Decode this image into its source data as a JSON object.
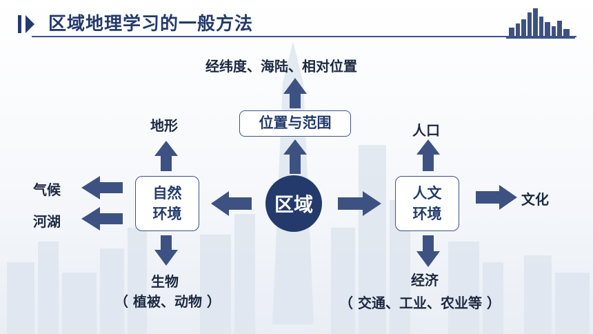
{
  "header": {
    "title": "区域地理学习的一般方法"
  },
  "colors": {
    "primary": "#233a6b",
    "arrow": "#3d5282",
    "text": "#1c2840"
  },
  "diagram": {
    "center": "区域",
    "position_box": "位置与范围",
    "position_detail": "经纬度、海陆、相对位置",
    "natural_box": {
      "line1": "自然",
      "line2": "环境"
    },
    "human_box": {
      "line1": "人文",
      "line2": "环境"
    },
    "terrain": "地形",
    "climate": "气候",
    "rivers": "河湖",
    "biology": "生物",
    "biology_detail": "（ 植被、动物 ）",
    "population": "人口",
    "culture": "文化",
    "economy": "经济",
    "economy_detail": "（ 交通、工业、农业等 ）"
  }
}
